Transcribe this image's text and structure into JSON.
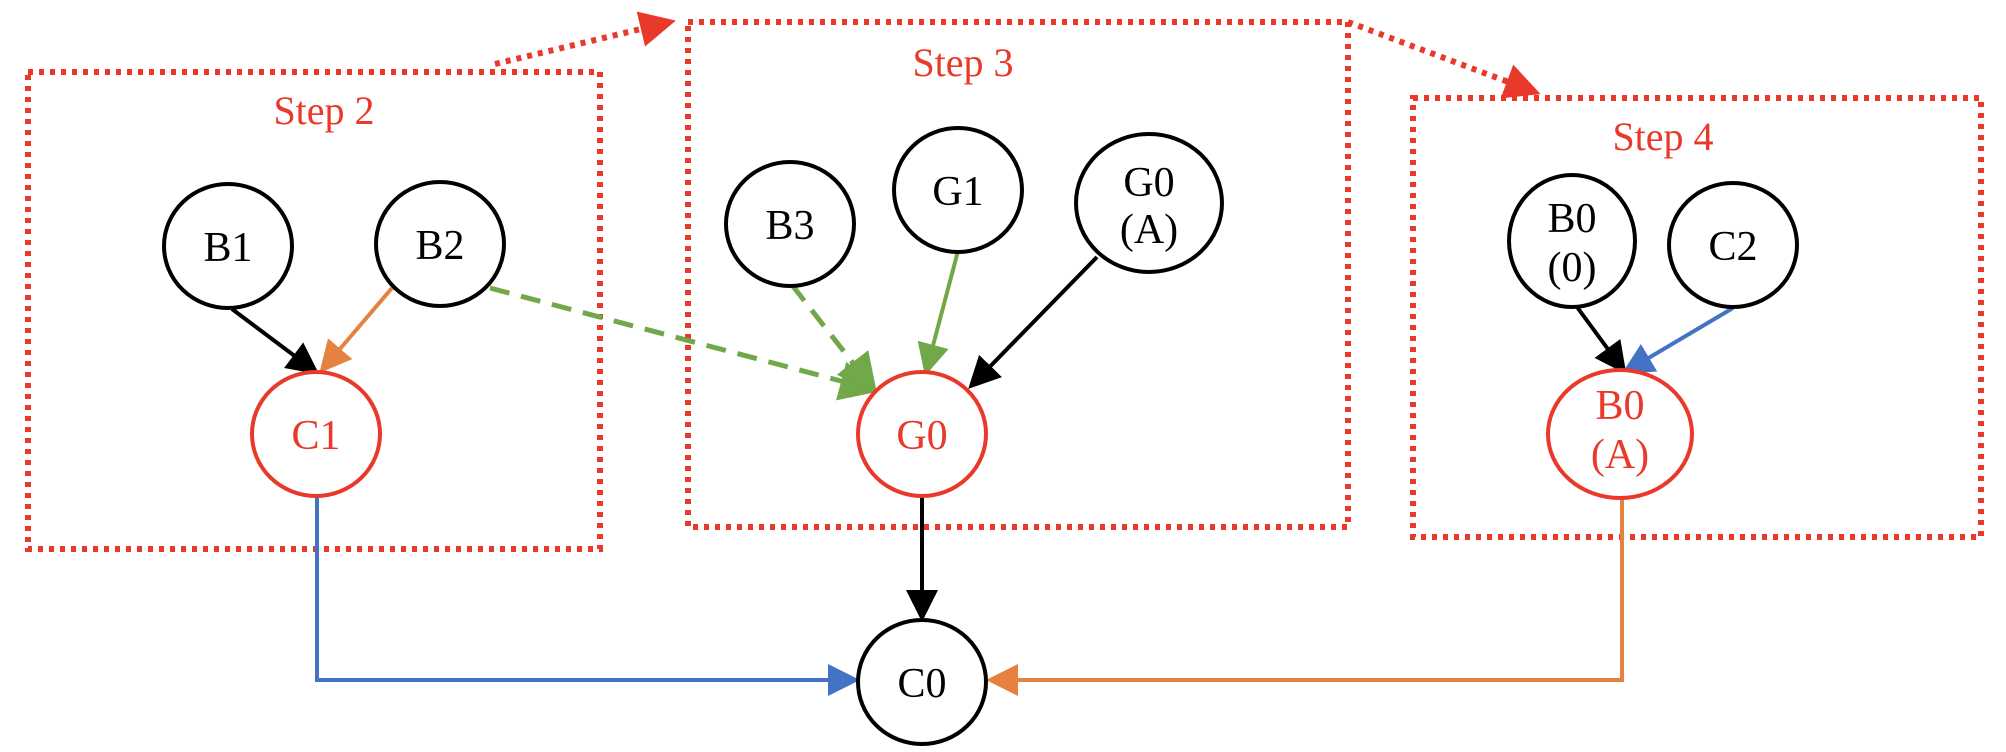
{
  "colors": {
    "red": "#e8392b",
    "black": "#000000",
    "orange": "#e5823f",
    "green": "#70a84a",
    "blue": "#4472c4"
  },
  "steps": {
    "step2": "Step 2",
    "step3": "Step 3",
    "step4": "Step 4"
  },
  "nodes": {
    "b1": "B1",
    "b2": "B2",
    "c1": "C1",
    "b3": "B3",
    "g1": "G1",
    "g0a_line1": "G0",
    "g0a_line2": "(A)",
    "g0": "G0",
    "b0_0_line1": "B0",
    "b0_0_line2": "(0)",
    "c2": "C2",
    "b0a_line1": "B0",
    "b0a_line2": "(A)",
    "c0": "C0"
  }
}
